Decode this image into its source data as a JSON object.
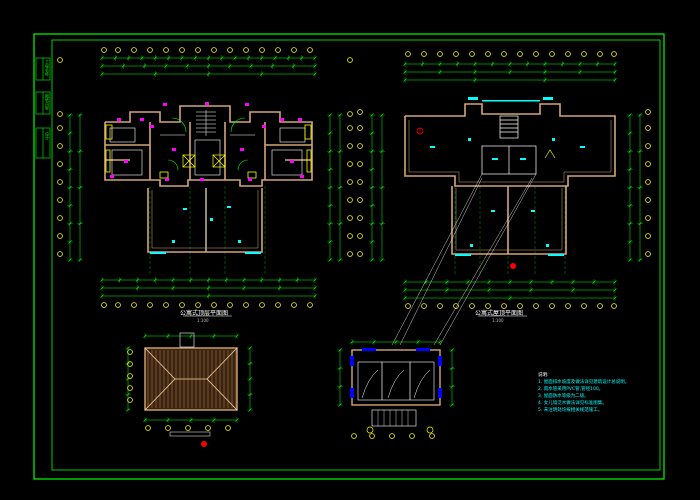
{
  "drawing": {
    "colors": {
      "background": "#000000",
      "frame": "#00ff00",
      "wall": "#d2a679",
      "dimension": "#00ff00",
      "axis_bubble": "#ffff00",
      "door": "#ff00ff",
      "room_tag": "#00ffff",
      "window": "#0000ff",
      "note_text": "#00ffff",
      "section_mark": "#ff0000"
    },
    "plan_top_left": {
      "caption": "公寓式顶层平面图",
      "scale": "1:100"
    },
    "plan_top_right": {
      "caption": "公寓式屋顶平面图",
      "scale": "1:100"
    },
    "roof_plan": {
      "caption": "",
      "hip_roof": true
    },
    "machine_room_plan": {
      "caption": ""
    },
    "notes": {
      "title": "说明:",
      "items": [
        "1. 屋面排水坡度及做法详见建筑设计总说明。",
        "2. 雨水管采用PVC管,管径100。",
        "3. 屋面防水等级为二级。",
        "4. 女儿墙泛水做法详见标准图集。",
        "5. 未注明处均按相关规范施工。"
      ]
    },
    "title_block": {
      "cells": [
        "工程名称",
        "图纸内容",
        "设计"
      ]
    },
    "icons": {
      "axis_bubble": "axis-bubble-icon",
      "section_marker": "section-marker-icon",
      "elevator": "elevator-x-icon"
    }
  }
}
